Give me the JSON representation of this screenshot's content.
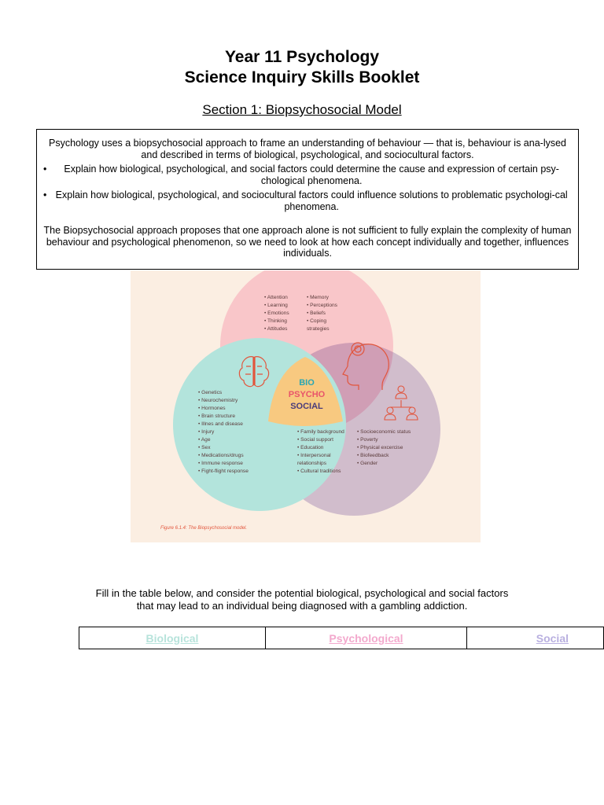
{
  "header": {
    "title_line1": "Year 11 Psychology",
    "title_line2": "Science Inquiry Skills Booklet",
    "section": "Section 1: Biopsychosocial Model"
  },
  "intro": {
    "paragraph1": "Psychology uses a biopsychosocial approach to frame an understanding of behaviour — that is, behaviour is ana-lysed and described in terms of biological, psychological, and sociocultural factors.",
    "bullets": [
      "Explain how biological, psychological, and social factors could determine the cause and expression of certain psy-chological phenomena.",
      "Explain how biological, psychological, and sociocultural factors could influence solutions to problematic psychologi-cal phenomena."
    ],
    "paragraph2": "The Biopsychosocial approach proposes that one approach alone is not sufficient to fully explain the complexity of human behaviour and psychological phenomenon, so we need to look at how each concept individually and together, influences individuals."
  },
  "figure": {
    "center_bio": "BIO",
    "center_psycho": "PSYCHO",
    "center_social": "SOCIAL",
    "psych_col1": [
      "Attention",
      "Learning",
      "Emotions",
      "Thinking",
      "Attitudes"
    ],
    "psych_col2": [
      "Memory",
      "Perceptions",
      "Beliefs",
      "Coping strategies"
    ],
    "bio_list": [
      "Genetics",
      "Neurochemistry",
      "Hormones",
      "Brain structure",
      "Illnes and disease",
      "Injury",
      "Age",
      "Sex",
      "Medications/drugs",
      "Immune response",
      "Fight-flight response"
    ],
    "social_col1": [
      "Family background",
      "Social support",
      "Education",
      "Interpersonal relationships",
      "Cultural traditions"
    ],
    "social_col2": [
      "Socioeconomic status",
      "Poverty",
      "Physical excercise",
      "Biofeedback",
      "Gender"
    ],
    "caption": "Figure 6.1.4: The Biopsychosocial model.",
    "colors": {
      "background": "#fbeee2",
      "psychological_circle": "#f9c6c9",
      "biological_circle": "#b3e4dc",
      "social_circle": "#d5cbe6",
      "center": "#f8c980",
      "icon_stroke": "#e2553c"
    },
    "icons": [
      "brain-icon",
      "head-gear-icon",
      "people-network-icon"
    ]
  },
  "instructions": {
    "line1": "Fill in the table below, and consider the potential biological, psychological and social factors",
    "line2": "that may lead to an individual being diagnosed with a gambling addiction."
  },
  "table": {
    "headers": [
      "Biological",
      "Psychological",
      "Social"
    ],
    "header_colors": [
      "#b7e3db",
      "#f3a9cd",
      "#b9b0e0"
    ]
  }
}
